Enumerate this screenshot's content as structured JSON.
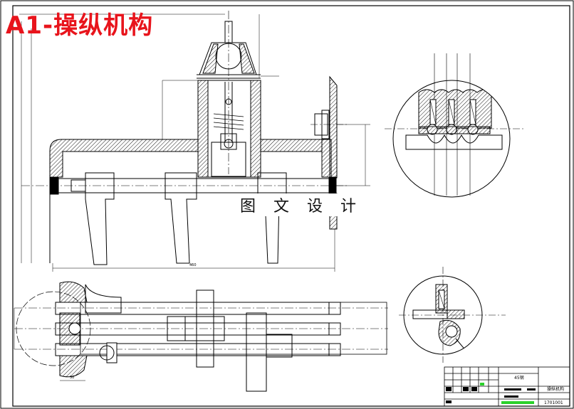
{
  "title": "A1-操纵机构",
  "watermark": "图 文 设 计",
  "dimensions": {
    "overall_length": "460",
    "bottom_width": "50"
  },
  "title_block": {
    "material": "45钢",
    "name": "操纵机构",
    "drawing_number": "1701001"
  },
  "colors": {
    "title": "#e8141c",
    "line": "#000000",
    "hatch": "#000000",
    "accent_green": "#2bd12b"
  }
}
